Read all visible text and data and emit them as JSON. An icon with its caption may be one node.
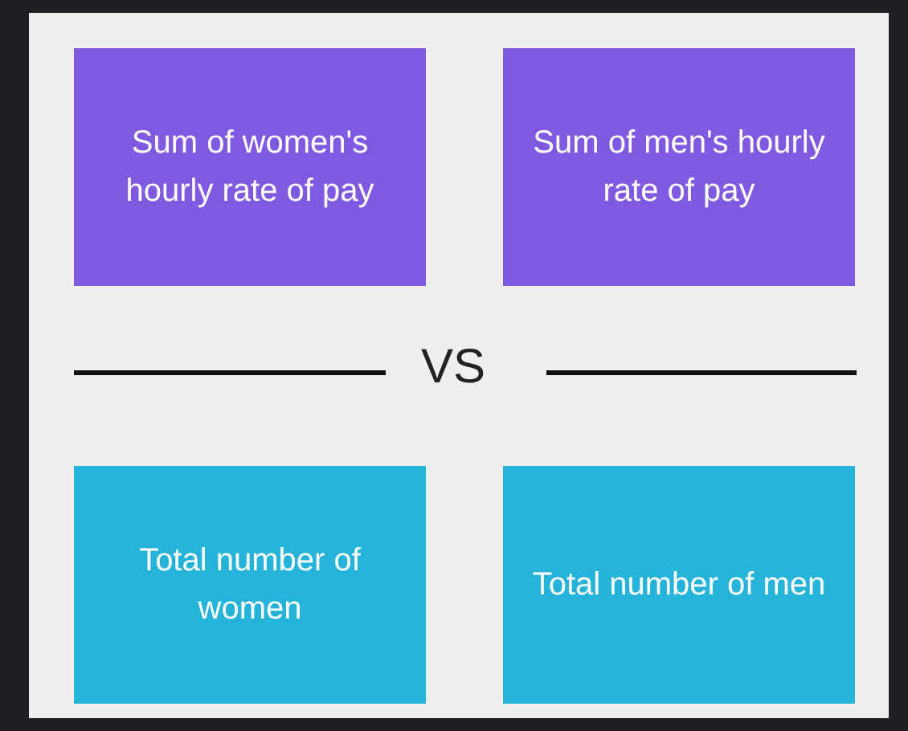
{
  "diagram": {
    "nodes": [
      {
        "text": [
          "Sum of women's hourly rate of pay"
        ]
      },
      {
        "text": [
          "Sum of men's hourly rate of pay"
        ]
      },
      {
        "text": [
          "Total number of women"
        ]
      },
      {
        "text": [
          "Total number of men"
        ]
      }
    ],
    "labels": [
      "VS"
    ]
  }
}
